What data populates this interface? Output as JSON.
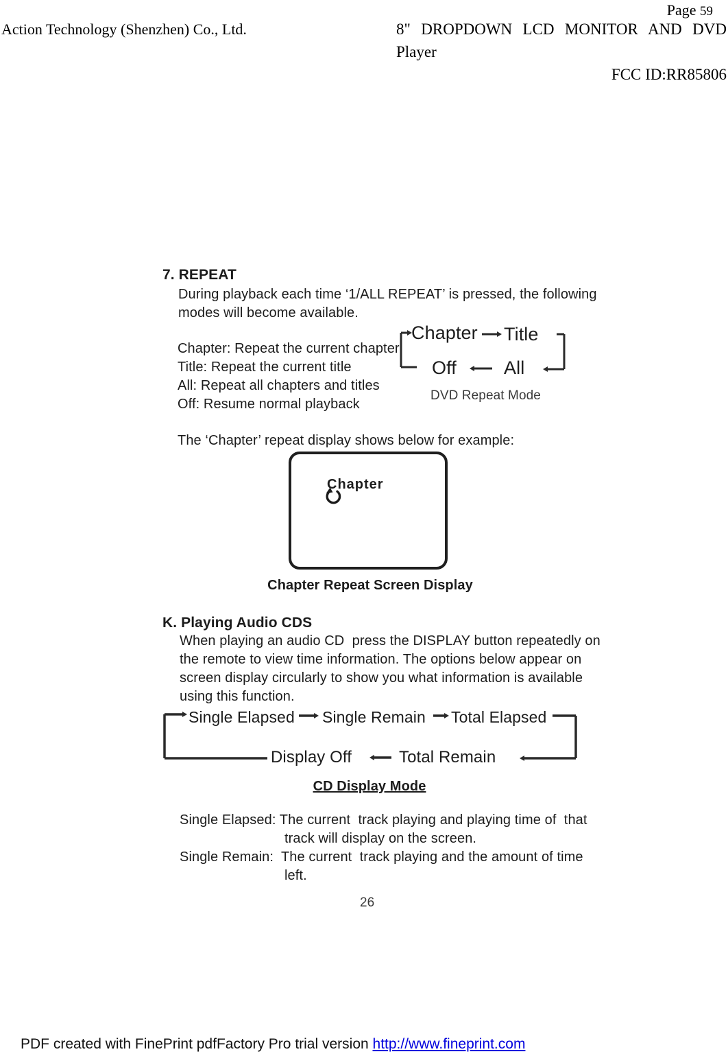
{
  "header": {
    "page_label": "Page",
    "page_number": "59",
    "company": "Action Technology (Shenzhen) Co., Ltd.",
    "product_line1": "8\" DROPDOWN LCD MONITOR AND DVD",
    "product_line2": "Player",
    "fcc_id": "FCC ID:RR85806"
  },
  "section_repeat": {
    "heading": "7. REPEAT",
    "intro_line1": "During playback each time ‘1/ALL REPEAT’ is pressed, the following",
    "intro_line2": "modes will become available.",
    "definitions": [
      "Chapter: Repeat the current chapter",
      "Title: Repeat the current title",
      "All: Repeat all chapters and titles",
      "Off: Resume normal playback"
    ],
    "cycle_diagram": {
      "top_left": "Chapter",
      "top_right": "Title",
      "bottom_left": "Off",
      "bottom_right": "All",
      "caption": "DVD Repeat Mode"
    },
    "example_line": "The ‘Chapter’ repeat display shows below for example:",
    "screen_label": "Chapter",
    "screen_icon": "repeat-icon",
    "screen_caption": "Chapter Repeat Screen Display"
  },
  "section_cd": {
    "heading": "K. Playing Audio CDS",
    "body_lines": [
      "When playing an audio CD  press the DISPLAY button repeatedly on",
      "the remote to view time information. The options below appear on",
      "screen display circularly to show you what information is available",
      "using this function."
    ],
    "cycle_diagram": {
      "top_items": [
        "Single Elapsed",
        "Single Remain",
        "Total Elapsed"
      ],
      "bottom_items": [
        "Display Off",
        "Total Remain"
      ],
      "caption": "CD Display Mode"
    },
    "definitions": [
      "Single Elapsed: The current  track playing and playing time of  that",
      "track will display on the screen.",
      "Single Remain:  The current  track playing and the amount of time",
      "left."
    ]
  },
  "page_footer": {
    "page_number": "26",
    "pdf_notice": "PDF created with FinePrint pdfFactory Pro trial version ",
    "link": "http://www.fineprint.com",
    "link_color": "#0000dd"
  }
}
